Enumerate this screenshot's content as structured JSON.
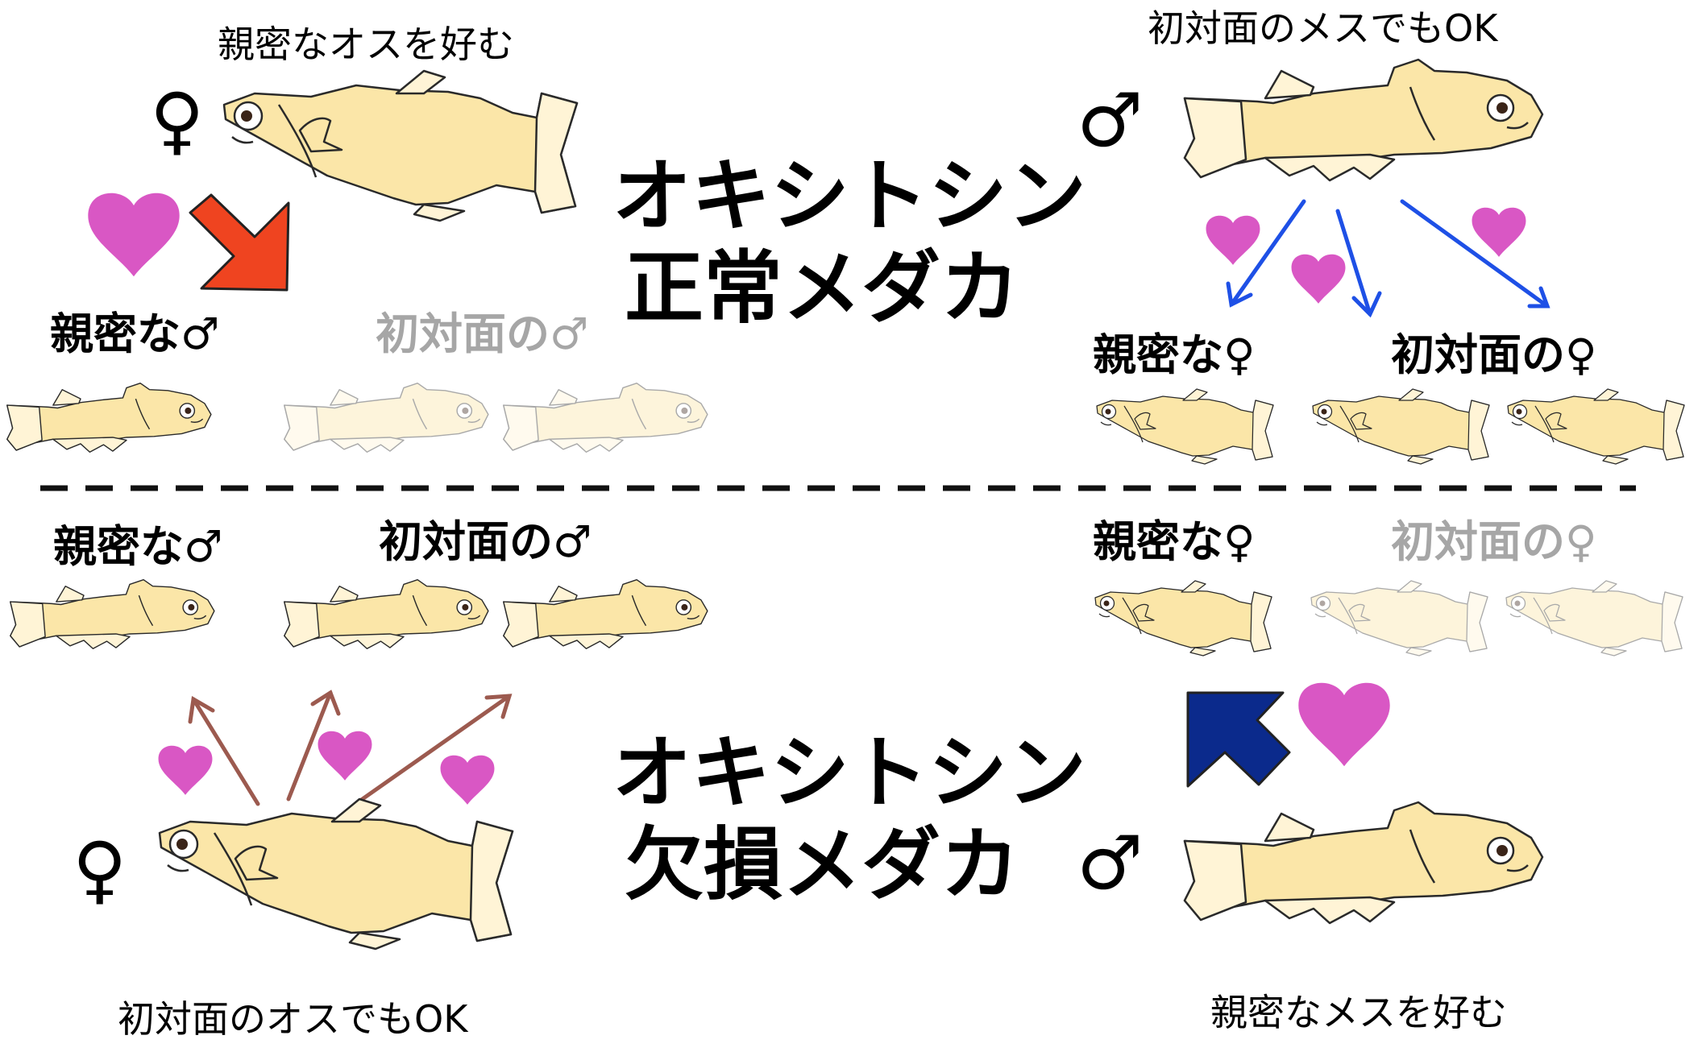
{
  "normal": {
    "title_line1": "オキシトシン",
    "title_line2": "正常メダカ",
    "female": {
      "caption": "親密なオスを好む",
      "symbol": "♀",
      "target_familiar": "親密な♂",
      "target_stranger": "初対面の♂"
    },
    "male": {
      "caption": "初対面のメスでもOK",
      "symbol": "♂",
      "target_familiar": "親密な♀",
      "target_stranger": "初対面の♀"
    }
  },
  "deficient": {
    "title_line1": "オキシトシン",
    "title_line2": "欠損メダカ",
    "female": {
      "caption": "初対面のオスでもOK",
      "symbol": "♀",
      "target_familiar": "親密な♂",
      "target_stranger": "初対面の♂"
    },
    "male": {
      "caption": "親密なメスを好む",
      "symbol": "♂",
      "target_familiar": "親密な♀",
      "target_stranger": "初対面の♀"
    }
  },
  "colors": {
    "fish_body": "#fbe6a8",
    "fish_outline": "#2a2a2a",
    "heart": "#d957c4",
    "arrow_red": "#ef4420",
    "arrow_blue_thin": "#1e50e6",
    "arrow_navy": "#0b2a8c",
    "arrow_brown": "#9c5a4f",
    "divider": "#111111"
  }
}
